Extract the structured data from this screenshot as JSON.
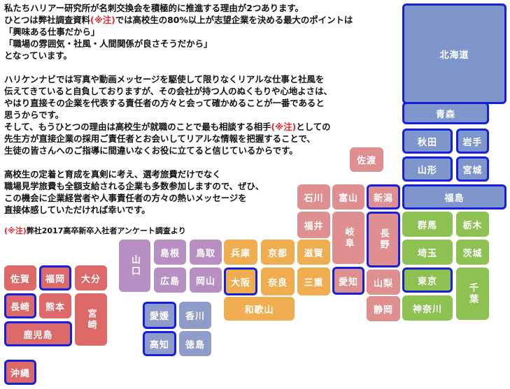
{
  "intro": {
    "p1_a": "私たちハリアー研究所が名刺交換会を積極的に推進する理由が2つあります。\nひとつは弊社調査資料",
    "p1_note": "(※注)",
    "p1_b": "では高校生の80%以上が志望企業を決める最大のポイントは\n「興味ある仕事だから」\n「職場の雰囲気・社風・人間関係が良さそうだから」\nとなっています。\n\nハリケンナビでは写真や動画メッセージを駆使して限りなくリアルな仕事と社風を\n伝えてきていると自負しておりますが、その会社が持つ人のぬくもりや心地よさは、\nやはり直接その企業を代表する責任者の方々と会って確かめることが一番であると\n思うからです。\nそして、もうひとつの理由は高校生が就職のことで最も相談する相手",
    "p2_note": "(※注)",
    "p2_b": "としての\n先生方が直接企業の採用ご責任者とお会いしてリアルな情報を把握することで、\n生徒の皆さんへのご指導に間違いなくお役に立てると信じているからです。\n\n高校生の定着と育成を真剣に考え、選考旅費だけでなく\n職場見学旅費も全額支給される企業も多数参加しますので、ぜひ、\nこの機会に企業経営者や人事責任者の方々の熱いメッセージを\n直接体感していただければ幸いです。"
  },
  "footnote": {
    "note": "(※注)",
    "text": "弊社2017高卒新卒入社者アンケート調査より"
  },
  "colors": {
    "hokkaido_tohoku": "#7f96cc",
    "kanto": "#8dc152",
    "chubu": "#df8f8f",
    "kinki": "#f0ad4f",
    "chugoku": "#b78fc3",
    "shikoku": "#8f9bc9",
    "kyushu": "#dd6868",
    "highlight_border": "#1520d8"
  },
  "prefectures": [
    {
      "id": "hokkaido",
      "label": "北海道",
      "region": "hokkaido_tohoku",
      "hl": true
    },
    {
      "id": "aomori",
      "label": "青森",
      "region": "hokkaido_tohoku",
      "hl": true
    },
    {
      "id": "akita",
      "label": "秋田",
      "region": "hokkaido_tohoku",
      "hl": true
    },
    {
      "id": "iwate",
      "label": "岩手",
      "region": "hokkaido_tohoku",
      "hl": true
    },
    {
      "id": "yamagata",
      "label": "山形",
      "region": "hokkaido_tohoku",
      "hl": true
    },
    {
      "id": "miyagi",
      "label": "宮城",
      "region": "hokkaido_tohoku",
      "hl": true
    },
    {
      "id": "fukushima",
      "label": "福島",
      "region": "hokkaido_tohoku",
      "hl": true
    },
    {
      "id": "niigata",
      "label": "新潟",
      "region": "chubu",
      "hl": true
    },
    {
      "id": "sado",
      "label": "佐渡",
      "region": "chubu",
      "hl": false
    },
    {
      "id": "ishikawa",
      "label": "石川",
      "region": "chubu",
      "hl": false
    },
    {
      "id": "toyama",
      "label": "富山",
      "region": "chubu",
      "hl": false
    },
    {
      "id": "fukui",
      "label": "福井",
      "region": "chubu",
      "hl": false
    },
    {
      "id": "gifu",
      "label": "岐阜",
      "region": "chubu",
      "hl": false
    },
    {
      "id": "nagano",
      "label": "長野",
      "region": "chubu",
      "hl": true
    },
    {
      "id": "aichi",
      "label": "愛知",
      "region": "chubu",
      "hl": true
    },
    {
      "id": "yamanashi",
      "label": "山梨",
      "region": "chubu",
      "hl": false
    },
    {
      "id": "shizuoka",
      "label": "静岡",
      "region": "chubu",
      "hl": false
    },
    {
      "id": "gunma",
      "label": "群馬",
      "region": "kanto",
      "hl": false
    },
    {
      "id": "tochigi",
      "label": "栃木",
      "region": "kanto",
      "hl": false
    },
    {
      "id": "saitama",
      "label": "埼玉",
      "region": "kanto",
      "hl": false
    },
    {
      "id": "ibaraki",
      "label": "茨城",
      "region": "kanto",
      "hl": false
    },
    {
      "id": "tokyo",
      "label": "東京",
      "region": "kanto",
      "hl": true
    },
    {
      "id": "chiba",
      "label": "千葉",
      "region": "kanto",
      "hl": false
    },
    {
      "id": "kanagawa",
      "label": "神奈川",
      "region": "kanto",
      "hl": false
    },
    {
      "id": "hyogo",
      "label": "兵庫",
      "region": "kinki",
      "hl": false
    },
    {
      "id": "kyoto",
      "label": "京都",
      "region": "kinki",
      "hl": false
    },
    {
      "id": "shiga",
      "label": "滋賀",
      "region": "kinki",
      "hl": false
    },
    {
      "id": "osaka",
      "label": "大阪",
      "region": "kinki",
      "hl": true
    },
    {
      "id": "nara",
      "label": "奈良",
      "region": "kinki",
      "hl": false
    },
    {
      "id": "mie",
      "label": "三重",
      "region": "kinki",
      "hl": false
    },
    {
      "id": "wakayama",
      "label": "和歌山",
      "region": "kinki",
      "hl": false
    },
    {
      "id": "yamaguchi",
      "label": "山口",
      "region": "chugoku",
      "hl": false
    },
    {
      "id": "shimane",
      "label": "島根",
      "region": "chugoku",
      "hl": false
    },
    {
      "id": "tottori",
      "label": "鳥取",
      "region": "chugoku",
      "hl": false
    },
    {
      "id": "hiroshima",
      "label": "広島",
      "region": "chugoku",
      "hl": false
    },
    {
      "id": "okayama",
      "label": "岡山",
      "region": "chugoku",
      "hl": false
    },
    {
      "id": "ehime",
      "label": "愛媛",
      "region": "shikoku",
      "hl": true
    },
    {
      "id": "kagawa",
      "label": "香川",
      "region": "shikoku",
      "hl": false
    },
    {
      "id": "kochi",
      "label": "高知",
      "region": "shikoku",
      "hl": true
    },
    {
      "id": "tokushima",
      "label": "徳島",
      "region": "shikoku",
      "hl": false
    },
    {
      "id": "saga",
      "label": "佐賀",
      "region": "kyushu",
      "hl": false
    },
    {
      "id": "fukuoka",
      "label": "福岡",
      "region": "kyushu",
      "hl": true
    },
    {
      "id": "oita",
      "label": "大分",
      "region": "kyushu",
      "hl": false
    },
    {
      "id": "nagasaki",
      "label": "長崎",
      "region": "kyushu",
      "hl": true
    },
    {
      "id": "kumamoto",
      "label": "熊本",
      "region": "kyushu",
      "hl": false
    },
    {
      "id": "miyazaki",
      "label": "宮崎",
      "region": "kyushu",
      "hl": false
    },
    {
      "id": "kagoshima",
      "label": "鹿児島",
      "region": "kyushu",
      "hl": true
    },
    {
      "id": "okinawa",
      "label": "沖縄",
      "region": "kyushu",
      "hl": true
    }
  ]
}
